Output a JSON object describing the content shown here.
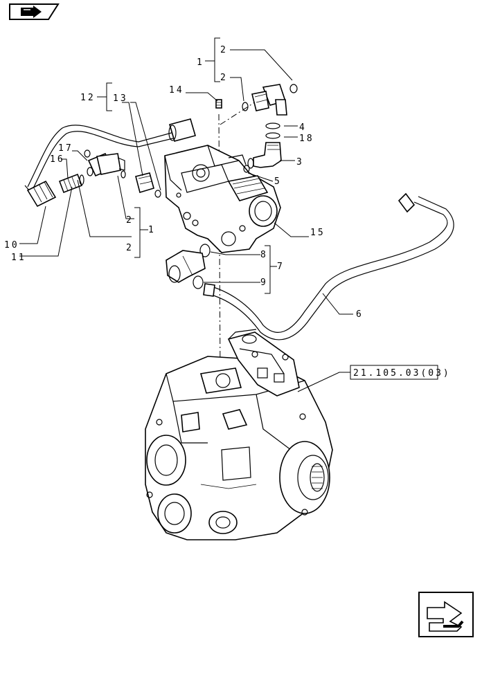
{
  "callouts": {
    "c1a": "1",
    "c2a": "2",
    "c2b": "2",
    "c14": "14",
    "c12": "12",
    "c13": "13",
    "c17": "17",
    "c16": "16",
    "c4": "4",
    "c18": "18",
    "c3": "3",
    "c5": "5",
    "c2c": "2",
    "c1b": "1",
    "c2d": "2",
    "c15": "15",
    "c10": "10",
    "c11": "11",
    "c8": "8",
    "c7": "7",
    "c9": "9",
    "c6": "6"
  },
  "reference": {
    "label": "21.105.03(03)"
  },
  "icons": {
    "top_left": "previous-page-icon",
    "bottom_right": "next-page-icon"
  }
}
